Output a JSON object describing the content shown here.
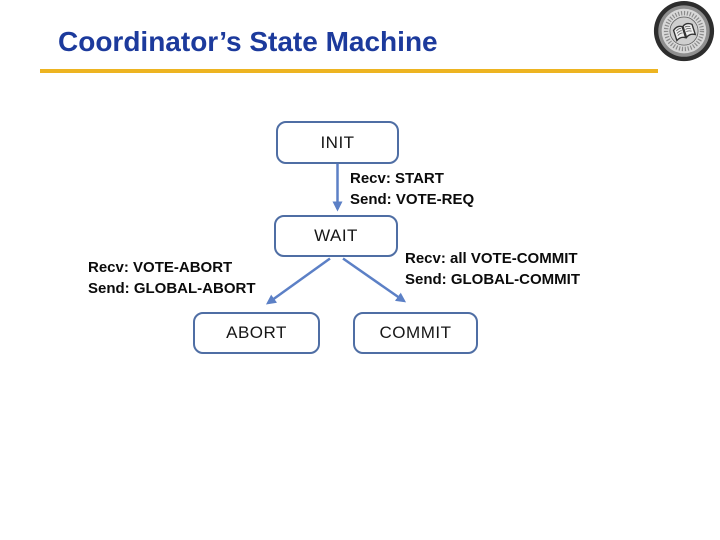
{
  "slide": {
    "title": "Coordinator’s State Machine"
  },
  "logo": {
    "icon": "university-seal-icon",
    "description": "circular seal with open book"
  },
  "colors": {
    "title_blue": "#1C3A9C",
    "rule_gold": "#EDB421",
    "box_border_blue": "#4F6EA4",
    "arrow_blue": "#5C80C6",
    "label_black": "#0b0b0b"
  },
  "diagram": {
    "type": "state-machine",
    "states": [
      {
        "id": "init",
        "label": "INIT"
      },
      {
        "id": "wait",
        "label": "WAIT"
      },
      {
        "id": "abort",
        "label": "ABORT"
      },
      {
        "id": "commit",
        "label": "COMMIT"
      }
    ],
    "transitions": [
      {
        "from": "INIT",
        "to": "WAIT",
        "recv": "Recv: START",
        "send": "Send: VOTE-REQ"
      },
      {
        "from": "WAIT",
        "to": "ABORT",
        "recv": "Recv: VOTE-ABORT",
        "send": "Send: GLOBAL-ABORT"
      },
      {
        "from": "WAIT",
        "to": "COMMIT",
        "recv": "Recv: all VOTE-COMMIT",
        "send": "Send: GLOBAL-COMMIT"
      }
    ]
  }
}
